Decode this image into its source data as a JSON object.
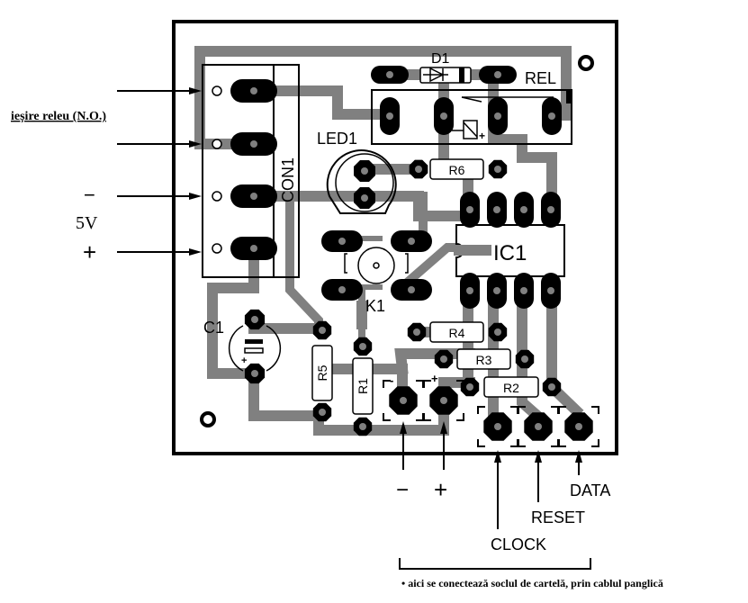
{
  "diagram": {
    "title": "PCB component layout",
    "colors": {
      "board_outline": "#000000",
      "trace": "#808080",
      "pad": "#000000",
      "drill": "#808080",
      "background": "#ffffff"
    },
    "components": {
      "connector": "CON1",
      "diode": "D1",
      "relay": "REL",
      "led": "LED1",
      "ic": "IC1",
      "switch": "K1",
      "capacitor": "C1",
      "resistors": [
        "R6",
        "R4",
        "R3",
        "R2",
        "R5",
        "R1"
      ]
    },
    "left_labels": {
      "relay_output": "ieșire releu (N.O.)",
      "minus": "−",
      "voltage": "5V",
      "plus": "+"
    },
    "pad_polarity": {
      "minus": "-",
      "plus": "+"
    },
    "capacitor_polarity": "+",
    "relay_coil_polarity": "+",
    "bottom_labels": {
      "minus": "−",
      "plus": "+",
      "data": "DATA",
      "reset": "RESET",
      "clock": "CLOCK"
    },
    "footnote": "• aici se conectează soclul de cartelă, prin cablul panglică"
  }
}
